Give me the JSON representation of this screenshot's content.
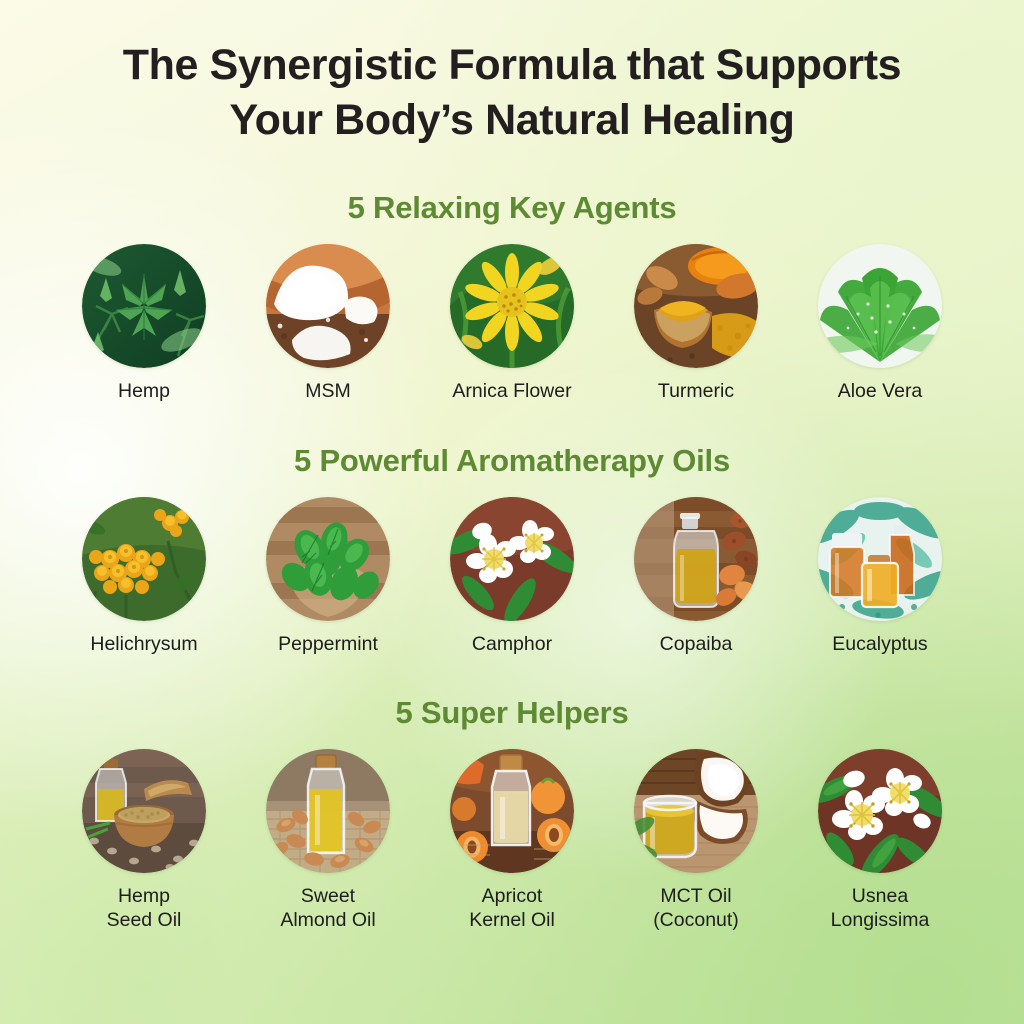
{
  "title": {
    "line1": "The Synergistic Formula that Supports",
    "line2": "Your Body’s Natural Healing"
  },
  "colors": {
    "heading_green": "#5d8a33",
    "title_black": "#231f20",
    "label_black": "#1d1d1b",
    "background_top": "#fbfbe8",
    "background_bottom": "#c3e5a4"
  },
  "sections": [
    {
      "heading": "5 Relaxing Key Agents",
      "items": [
        {
          "label": "Hemp",
          "image": "hemp-leaves-photo"
        },
        {
          "label": "MSM",
          "image": "msm-white-powder-wooden-spoon-photo"
        },
        {
          "label": "Arnica Flower",
          "image": "arnica-yellow-flower-photo"
        },
        {
          "label": "Turmeric",
          "image": "turmeric-root-and-powder-photo"
        },
        {
          "label": "Aloe Vera",
          "image": "aloe-vera-plant-photo"
        }
      ]
    },
    {
      "heading": "5 Powerful Aromatherapy Oils",
      "items": [
        {
          "label": "Helichrysum",
          "image": "helichrysum-yellow-blossoms-photo"
        },
        {
          "label": "Peppermint",
          "image": "peppermint-leaves-photo"
        },
        {
          "label": "Camphor",
          "image": "camphor-white-flowers-photo"
        },
        {
          "label": "Copaiba",
          "image": "copaiba-oil-bottle-with-nuts-photo"
        },
        {
          "label": "Eucalyptus",
          "image": "eucalyptus-oil-bottles-photo"
        }
      ]
    },
    {
      "heading": "5 Super Helpers",
      "items": [
        {
          "label": "Hemp\nSeed Oil",
          "image": "hemp-seed-oil-bottle-and-bowl-photo"
        },
        {
          "label": "Sweet\nAlmond Oil",
          "image": "sweet-almond-oil-bottle-photo"
        },
        {
          "label": "Apricot\nKernel Oil",
          "image": "apricot-kernel-oil-bottle-photo"
        },
        {
          "label": "MCT Oil\n(Coconut)",
          "image": "mct-coconut-oil-jar-photo"
        },
        {
          "label": "Usnea\nLongissima",
          "image": "usnea-white-flowers-photo"
        }
      ]
    }
  ]
}
